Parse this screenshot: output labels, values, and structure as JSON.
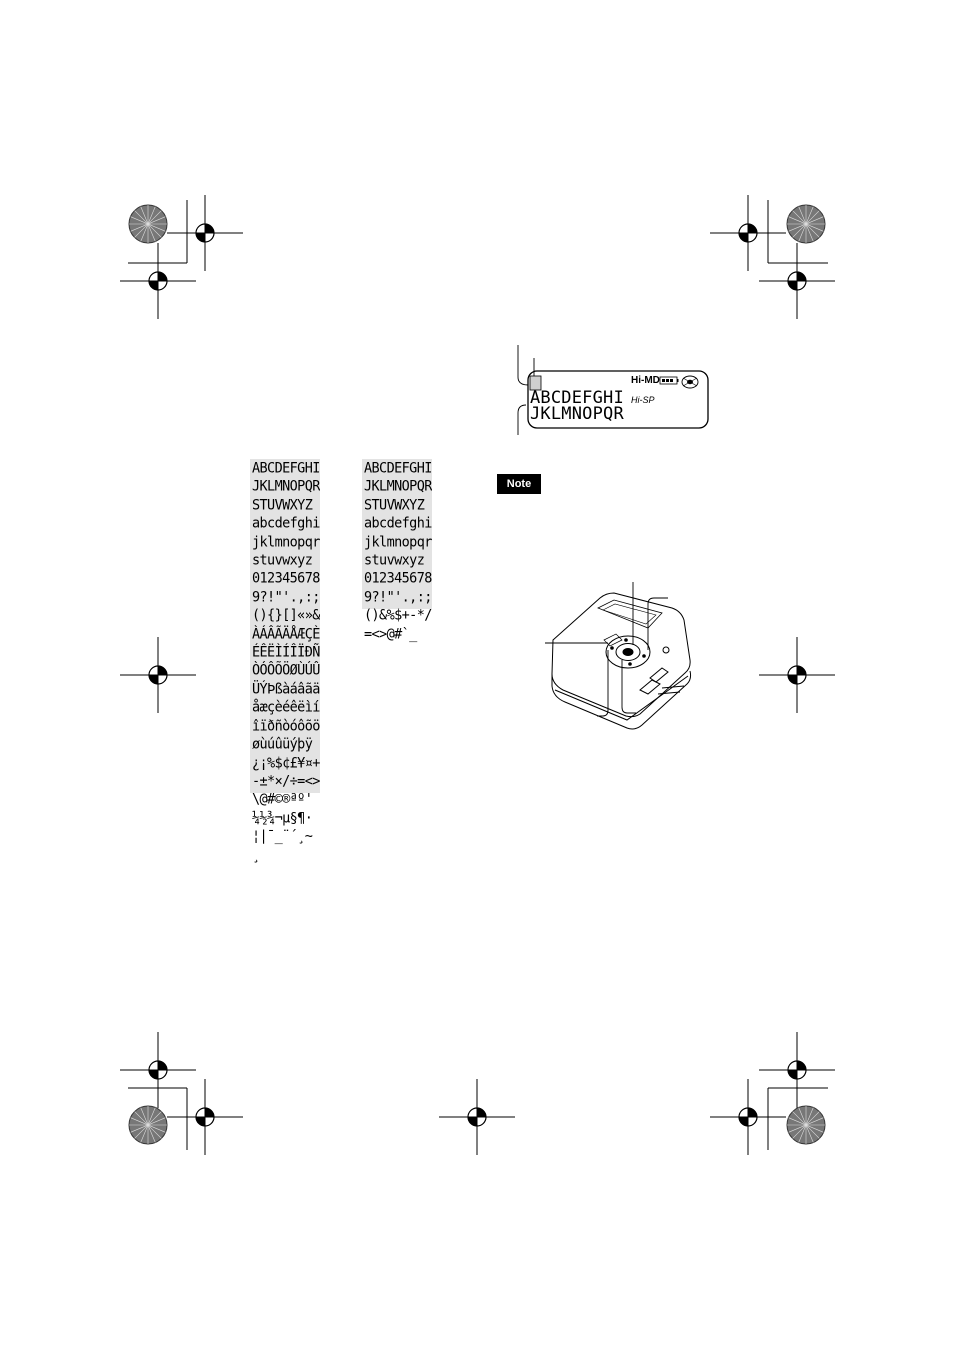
{
  "char_tables": {
    "table1": [
      "ABCDEFGHI",
      "JKLMNOPQR",
      "STUVWXYZ",
      "abcdefghi",
      "jklmnopqr",
      "stuvwxyz",
      "012345678",
      "9?!\"'.,:;",
      "(){}[]«»&",
      "ÀÁÂÃÄÅÆÇÈ",
      "ÉÊËÌÍÎÏÐÑ",
      "ÒÓÔÕÖØÙÚÛ",
      "ÜÝÞßàáâãä",
      "åæçèéêëìí",
      "îïðñòóôõö",
      "øùúûüýþÿ",
      "¿¡%$¢£¥¤+",
      "-±*×/÷=<>",
      "\\@#©®ªº'",
      "¼½¾¬µ§¶·",
      "¦|¯_¨´¸~",
      "¸"
    ],
    "table2": [
      "ABCDEFGHI",
      "JKLMNOPQR",
      "STUVWXYZ",
      "abcdefghi",
      "jklmnopqr",
      "stuvwxyz",
      "012345678",
      "9?!\"'.,:;",
      "()&%$+-*/",
      "=<>@#`_"
    ]
  },
  "lcd_display": {
    "logo": "Hi-MD",
    "line1": "ABCDEFGHI",
    "line2": "JKLMNOPQR",
    "mode": "Hi-SP"
  },
  "note_label": "Note"
}
